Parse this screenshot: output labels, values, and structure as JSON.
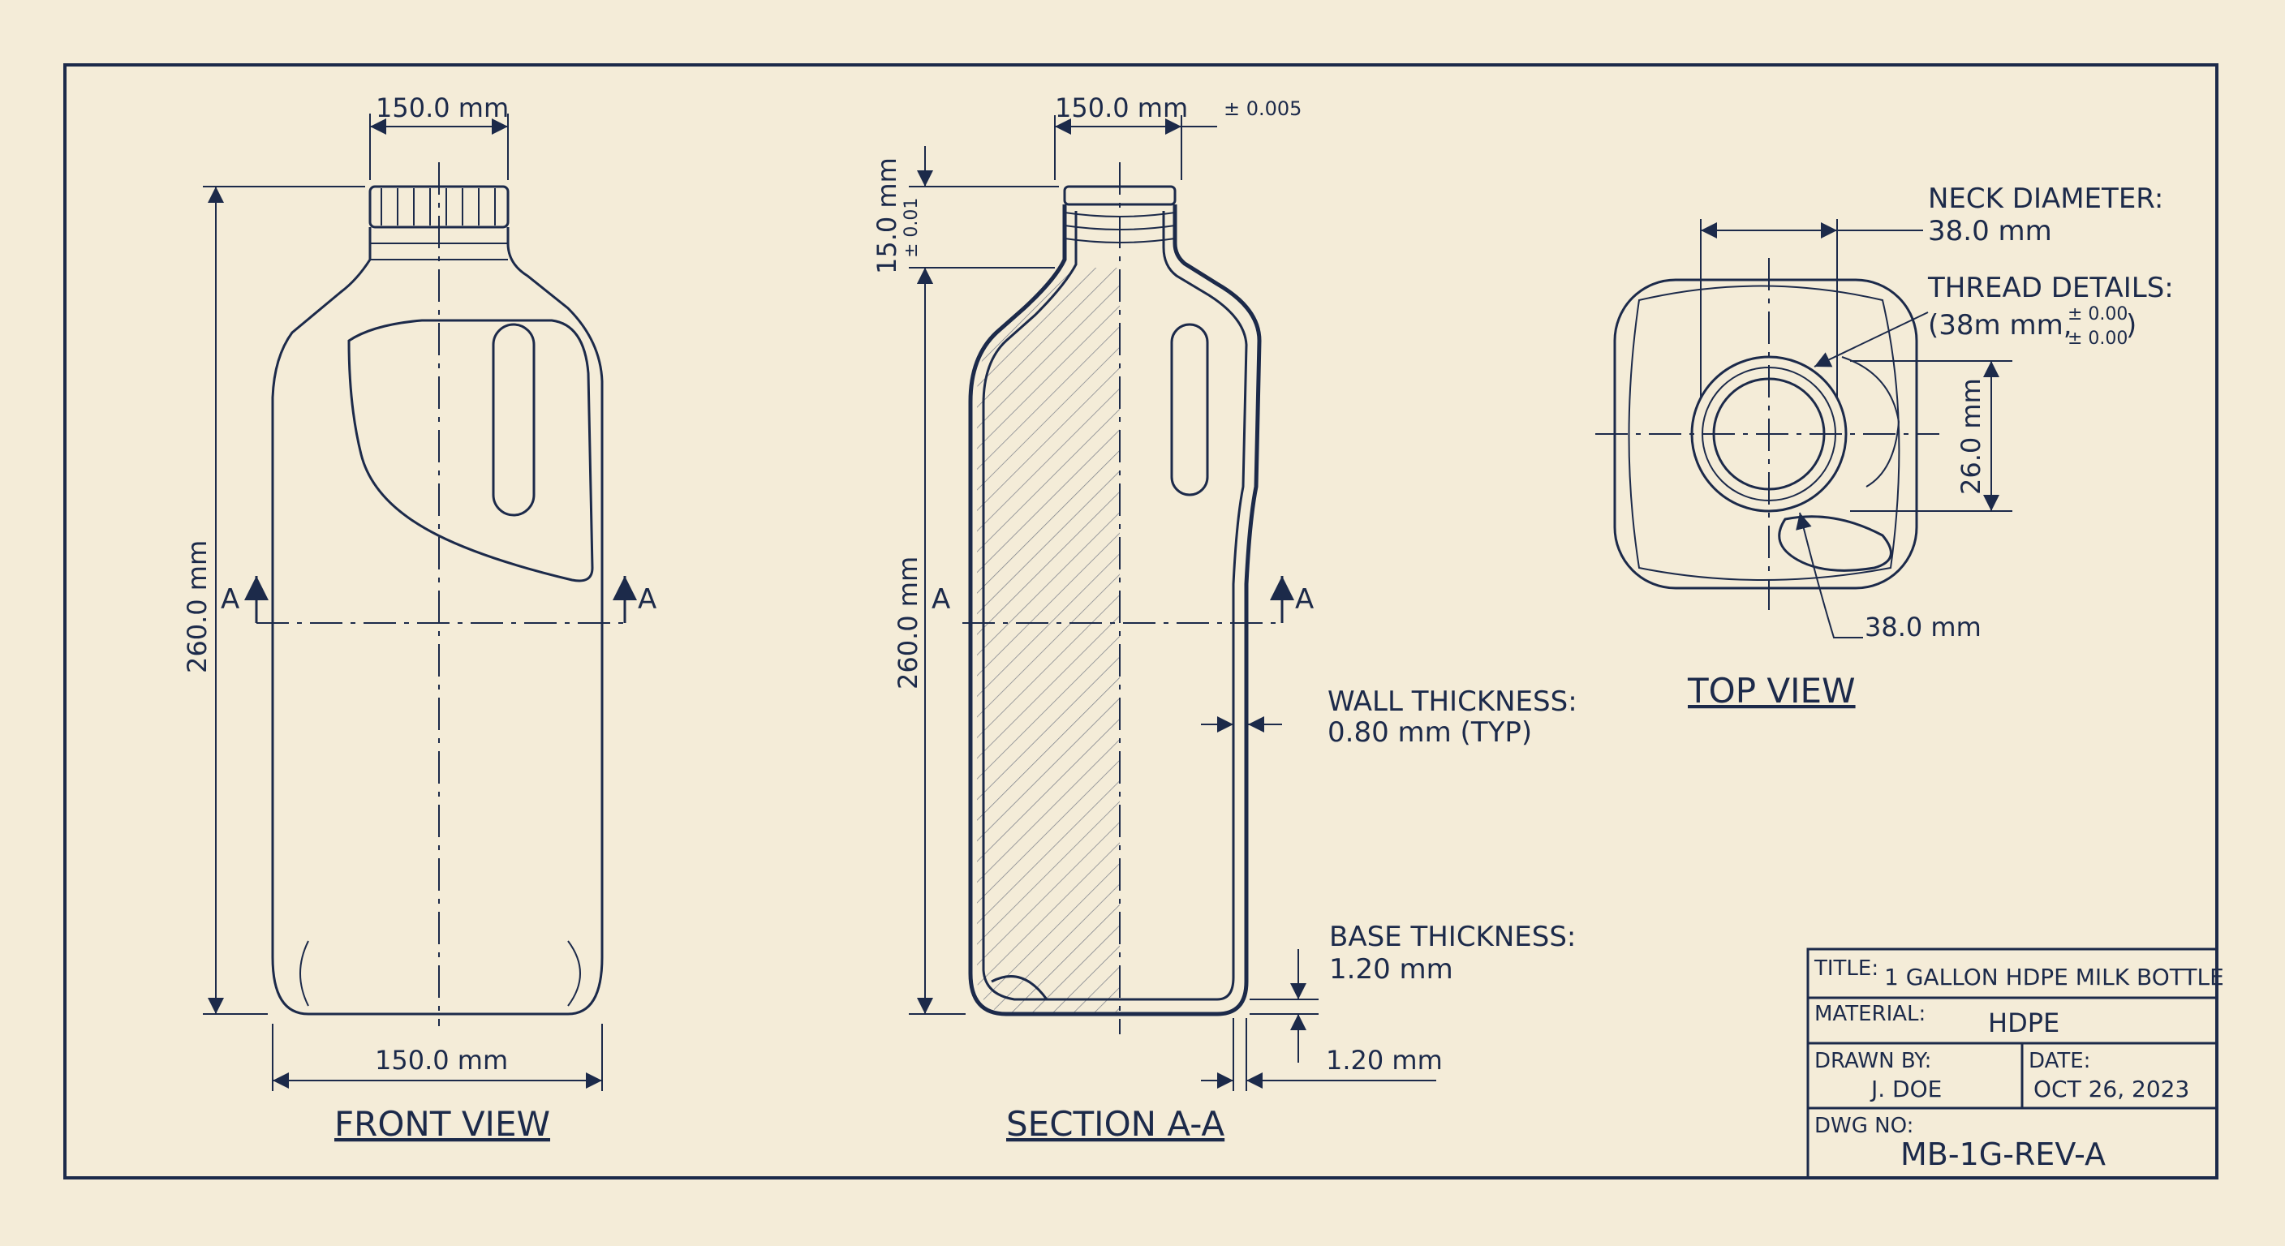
{
  "front_view": {
    "title": "FRONT VIEW",
    "width_top": "150.0 mm",
    "width_bottom": "150.0 mm",
    "height": "260.0 mm",
    "section_mark": "A"
  },
  "section_view": {
    "title": "SECTION A-A",
    "width_top": "150.0 mm",
    "tolerance_top": "± 0.005",
    "neck_height": "15.0 mm",
    "neck_tolerance": "± 0.01",
    "height": "260.0 mm",
    "section_mark": "A",
    "wall_label": "WALL THICKNESS:",
    "wall_value": "0.80 mm (TYP)",
    "base_label": "BASE THICKNESS:",
    "base_value": "1.20 mm",
    "base_dim": "1.20 mm"
  },
  "top_view": {
    "title": "TOP VIEW",
    "neck_label": "NECK DIAMETER:",
    "neck_value": "38.0 mm",
    "thread_label": "THREAD DETAILS:",
    "thread_value": "(38m mm,",
    "thread_tol_1": "± 0.00",
    "thread_tol_2": "± 0.00",
    "thread_close": ")",
    "side_dim": "26.0 mm",
    "bottom_dim": "38.0 mm"
  },
  "title_block": {
    "title_key": "TITLE:",
    "title_value": "1 GALLON HDPE MILK BOTTLE",
    "material_key": "MATERIAL:",
    "material_value": "HDPE",
    "drawn_key": "DRAWN BY:",
    "drawn_value": "J. DOE",
    "date_key": "DATE:",
    "date_value": "OCT 26, 2023",
    "dwg_key": "DWG NO:",
    "dwg_value": "MB-1G-REV-A"
  },
  "colors": {
    "paper": "#f4ecd8",
    "ink": "#1c2a4a"
  }
}
